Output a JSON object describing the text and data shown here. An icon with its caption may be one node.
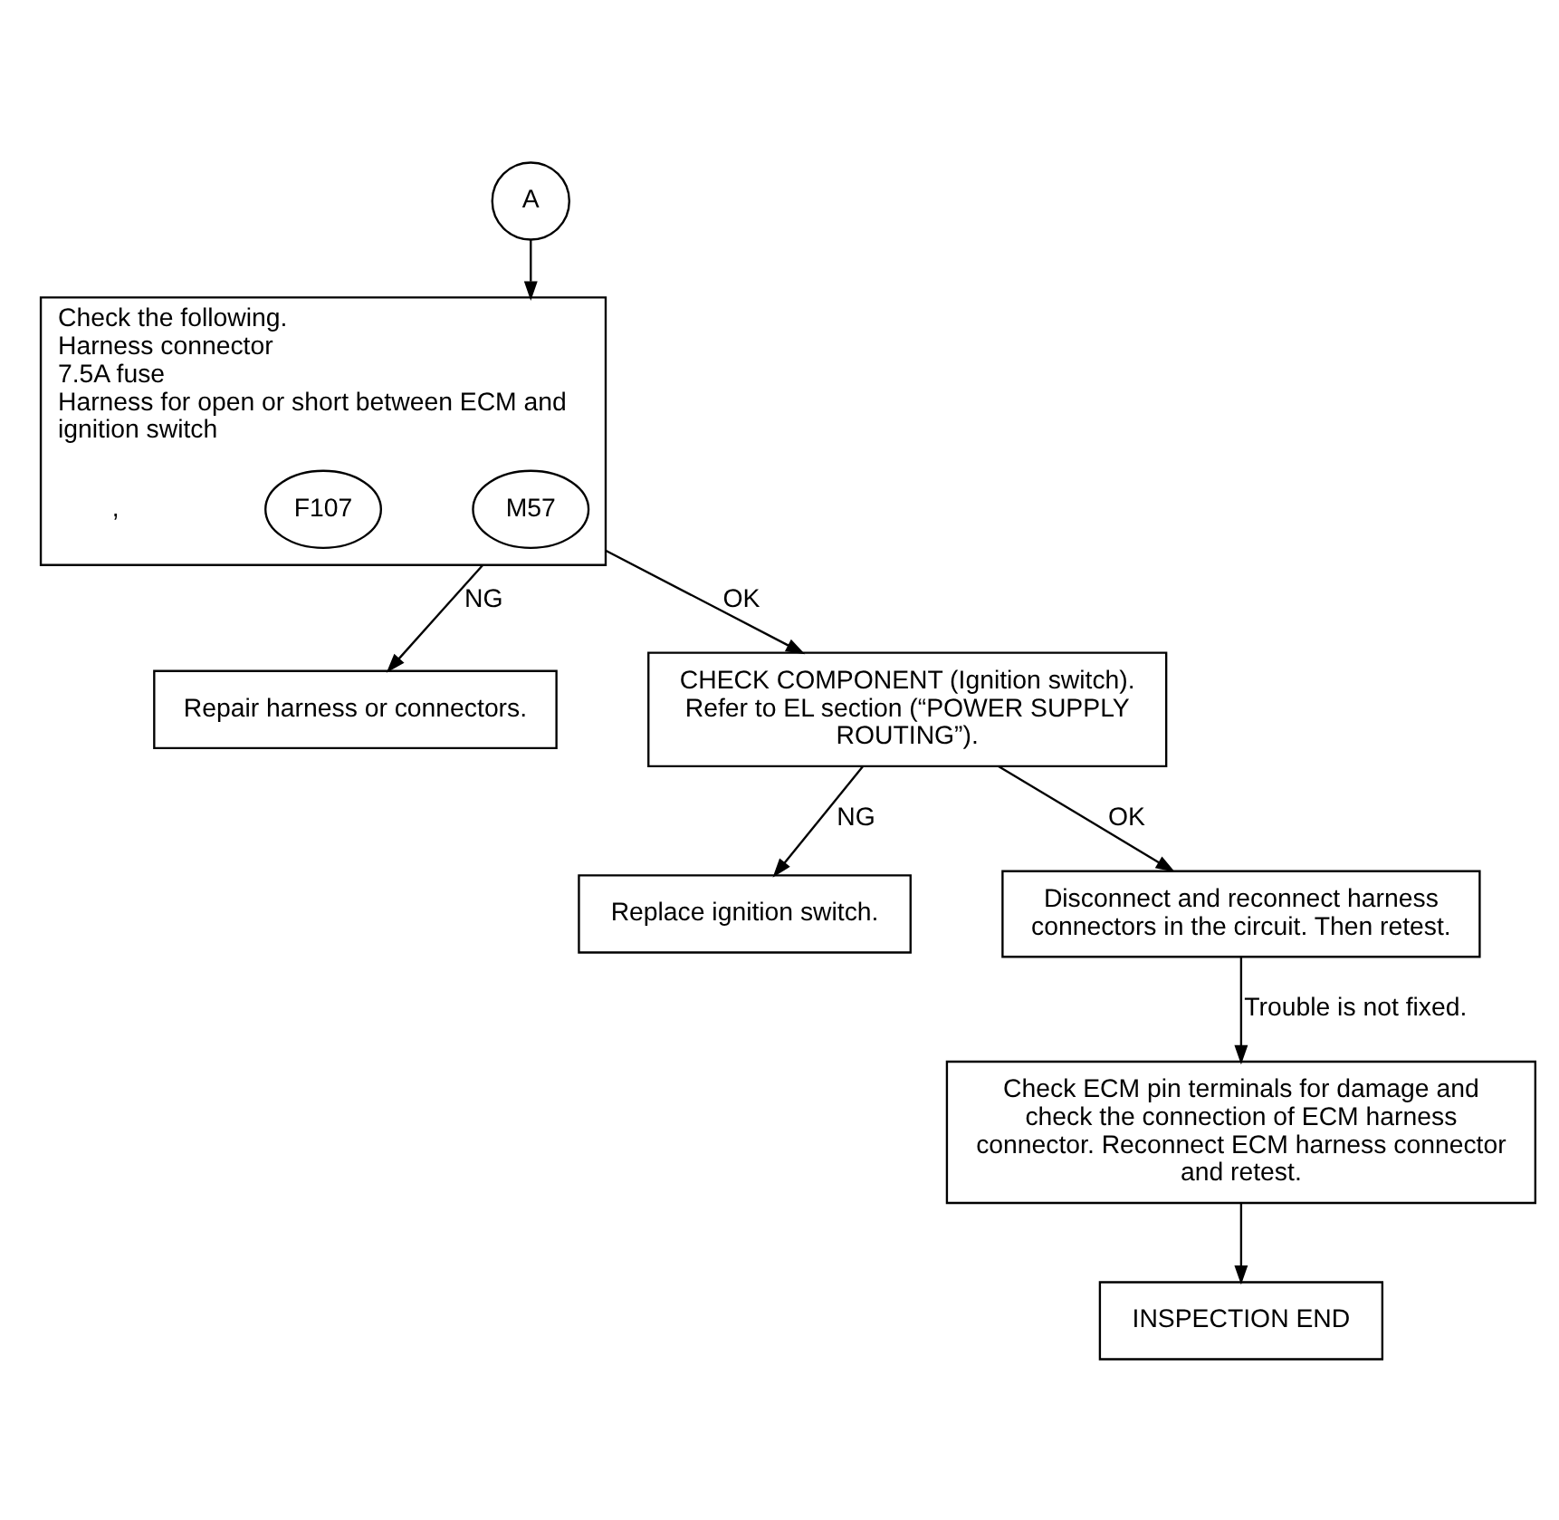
{
  "diagram": {
    "nodes": [
      {
        "text": [
          "A"
        ]
      },
      {
        "text": [
          "Check the following.",
          "Harness connector",
          "7.5A fuse",
          "Harness for open or short between ECM and ignition switch"
        ]
      },
      {
        "text": [
          "M57"
        ],
        "in": 1
      },
      {
        "text": [
          "F107"
        ],
        "in": 1
      },
      {
        "text": [
          "Repair harness or connectors."
        ]
      },
      {
        "text": [
          "CHECK COMPONENT (Ignition switch).",
          "Refer to EL section (“POWER SUPPLY ROUTING”)."
        ]
      },
      {
        "text": [
          "Replace ignition switch."
        ]
      },
      {
        "text": [
          "Disconnect and reconnect harness connectors in the circuit. Then retest."
        ]
      },
      {
        "text": [
          "Check ECM pin terminals for damage and check the connection of ECM harness connector. Reconnect ECM harness connector and retest."
        ]
      },
      {
        "text": [
          "INSPECTION END"
        ]
      }
    ],
    "edges": [
      {
        "from": 0,
        "to": 1,
        "arrow": "to"
      },
      {
        "from": 1,
        "to": 4,
        "arrow": "to",
        "label": "NG"
      },
      {
        "from": 1,
        "to": 5,
        "arrow": "to",
        "label": "OK"
      },
      {
        "from": 5,
        "to": 6,
        "arrow": "to",
        "label": "NG"
      },
      {
        "from": 5,
        "to": 7,
        "arrow": "to",
        "label": "OK"
      },
      {
        "from": 7,
        "to": 8,
        "arrow": "to",
        "label": "Trouble is not fixed."
      },
      {
        "from": 8,
        "to": 9,
        "arrow": "to"
      }
    ],
    "labels": [
      ","
    ]
  }
}
